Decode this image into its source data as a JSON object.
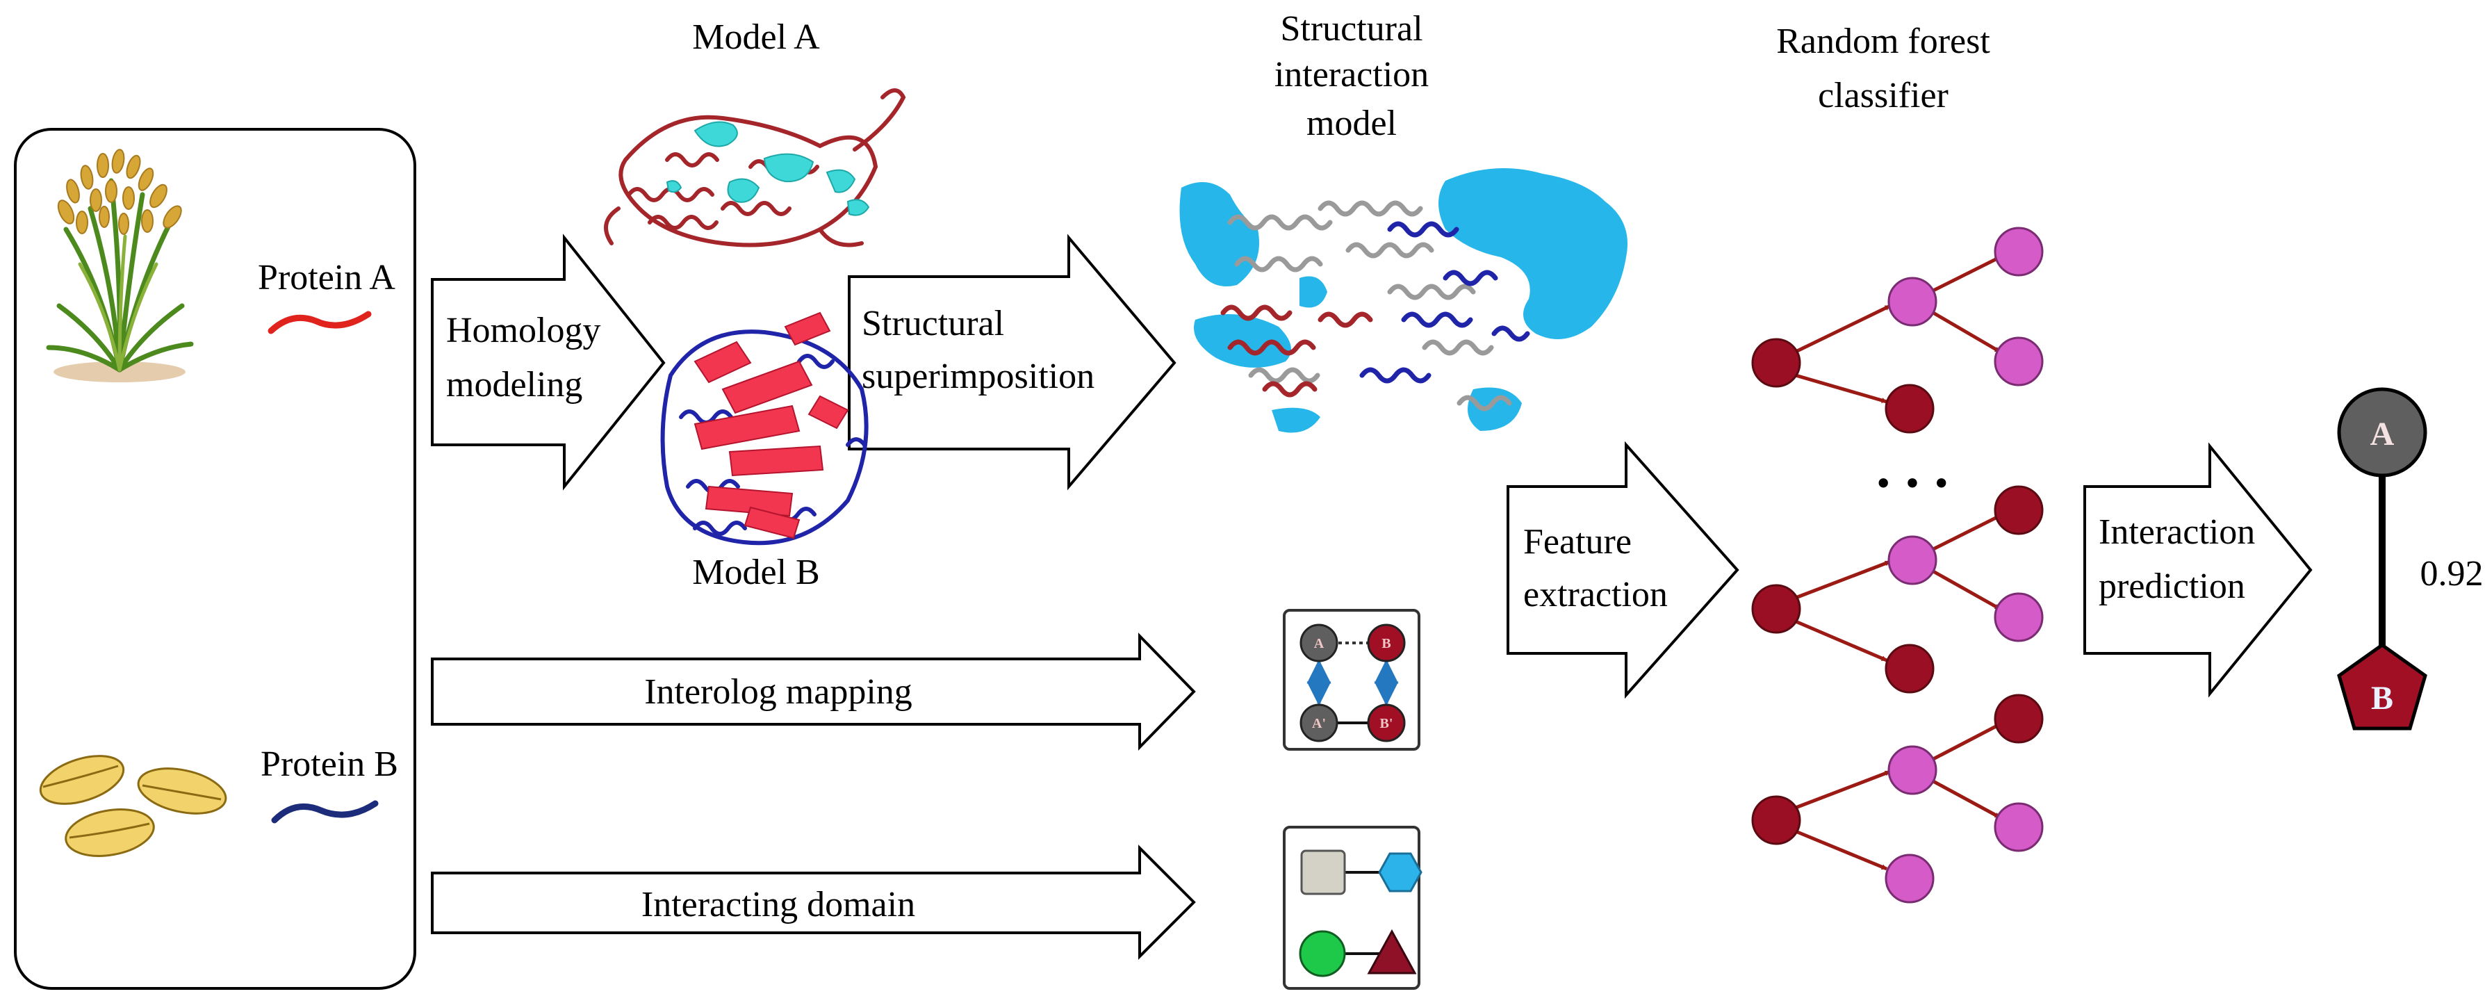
{
  "labels": {
    "model_a": "Model A",
    "model_b": "Model B",
    "structural_interaction": [
      "Structural",
      "interaction",
      "model"
    ],
    "random_forest": [
      "Random forest",
      "classifier"
    ],
    "protein_a": "Protein A",
    "protein_b": "Protein B",
    "homology": [
      "Homology",
      "modeling"
    ],
    "superimposition": [
      "Structural",
      "superimposition"
    ],
    "feature": [
      "Feature",
      "extraction"
    ],
    "interaction_prediction": [
      "Interaction",
      "prediction"
    ],
    "interolog": "Interolog mapping",
    "interacting_domain": "Interacting domain",
    "score": "0.92",
    "ellipsis": "• • •"
  },
  "interolog_panel": {
    "a": "A",
    "b": "B",
    "a_prime": "A'",
    "b_prime": "B'"
  },
  "result_nodes": {
    "a": "A",
    "b": "B"
  },
  "colors": {
    "protein_a_line": "#e0231c",
    "protein_b_line": "#1d2c7a",
    "tree_root": "#9b0f24",
    "tree_leaf": "#d45bc8",
    "tree_edge": "#9b1a14",
    "node_a": "#5f5f5f",
    "node_b": "#a10f24",
    "cyan_surface": "#26b6ea",
    "grey_ribbon": "#9a9a9a",
    "red_ribbon": "#a4262a",
    "blue_ribbon": "#1f24a8",
    "pink_sheet": "#f2364f",
    "domain_square": "#d4d2c6",
    "domain_hexagon": "#2bb3ea",
    "domain_circle": "#1ec94a",
    "domain_triangle": "#8f1127",
    "interolog_arrow": "#2478bf"
  },
  "icons": [
    "rice-plant-icon",
    "seeds-icon",
    "protein-a-line-icon",
    "protein-b-line-icon"
  ]
}
